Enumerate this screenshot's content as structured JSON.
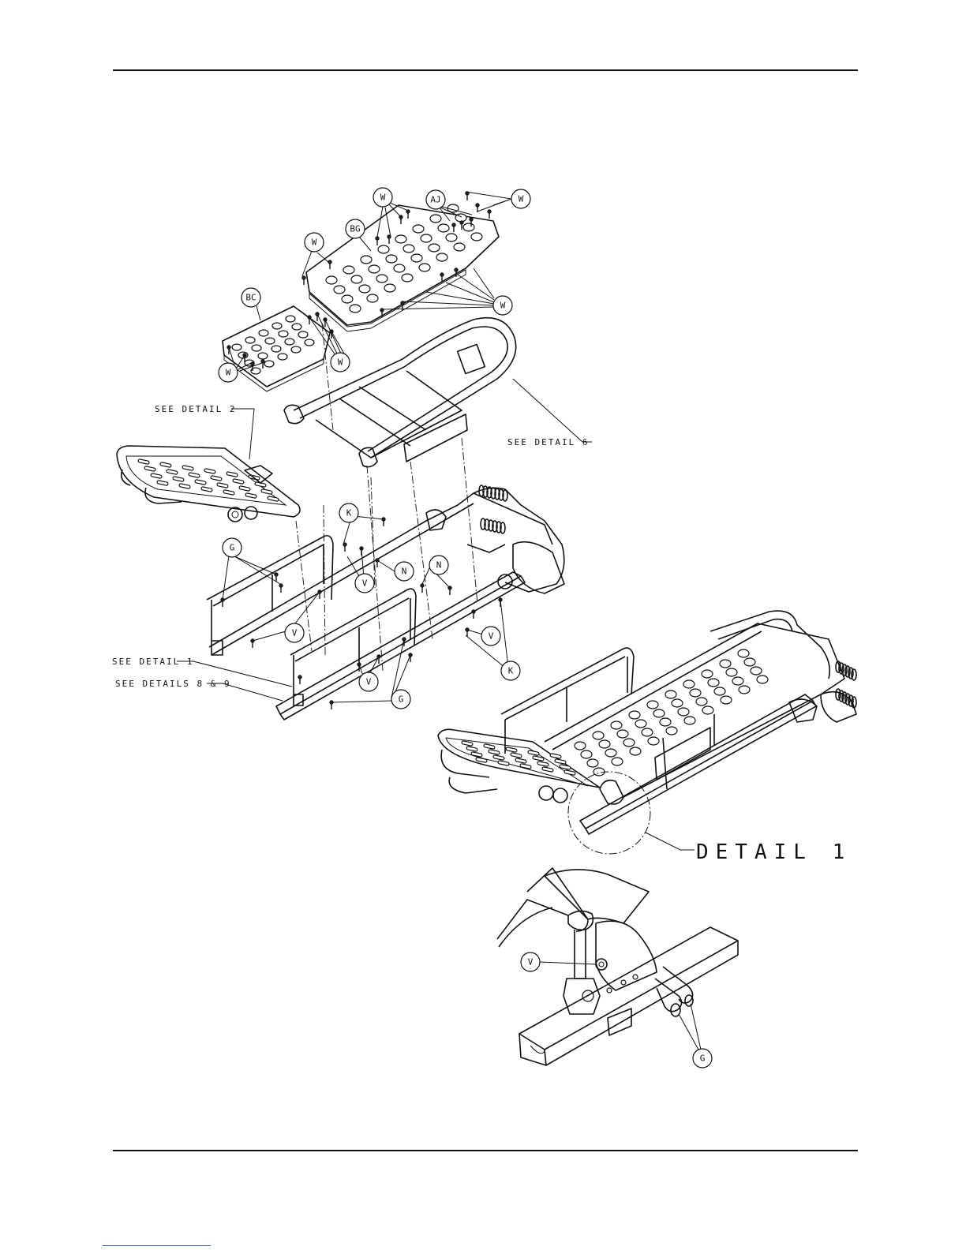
{
  "callouts": {
    "w": "W",
    "aj": "AJ",
    "bg": "BG",
    "bc": "BC",
    "k": "K",
    "n": "N",
    "v": "V",
    "g": "G"
  },
  "captions": {
    "see_detail_2": "SEE DETAIL 2",
    "see_detail_6": "SEE DETAIL 6",
    "see_detail_1": "SEE DETAIL 1",
    "see_details_8_9": "SEE DETAILS 8 & 9",
    "detail_1_title": "DETAIL 1"
  }
}
